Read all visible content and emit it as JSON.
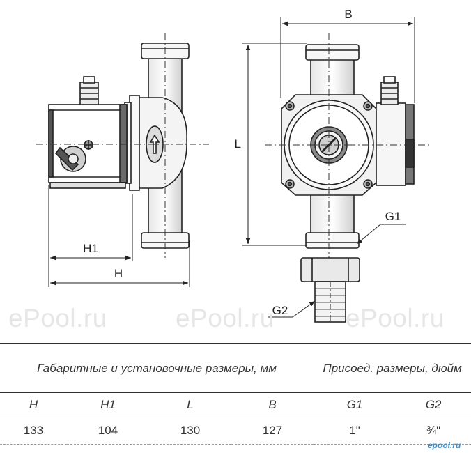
{
  "drawing": {
    "dims": {
      "h1": "H1",
      "h": "H",
      "b": "B",
      "l": "L",
      "g1": "G1",
      "g2": "G2"
    }
  },
  "watermark": {
    "text": "ePool.ru",
    "logo": "epool.ru"
  },
  "table": {
    "group_left": "Габаритные и установочные размеры, мм",
    "group_right": "Присоед. размеры, дюйм",
    "headers": [
      "H",
      "H1",
      "L",
      "B",
      "G1",
      "G2"
    ],
    "values": [
      "133",
      "104",
      "130",
      "127",
      "1\"",
      "¾\""
    ]
  },
  "colors": {
    "line": "#222222",
    "fill_dark": "#5a5a5a",
    "fill_light": "#f2f2f2",
    "watermark": "#e6e6e6",
    "logo": "#3c8fcf"
  }
}
